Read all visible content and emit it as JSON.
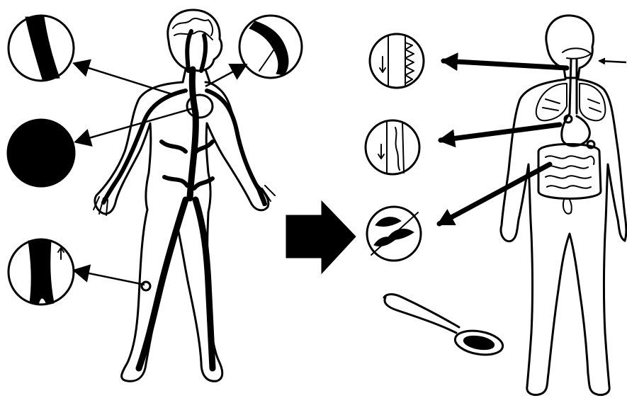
{
  "figure": {
    "left_panel": "circulatory-system-figure",
    "right_panel": "digestive-system-figure",
    "colors": {
      "ink": "#000000",
      "paper": "#ffffff"
    },
    "icons": {
      "main_arrow": "block-arrow-right-icon",
      "spoon": "spoon-icon"
    },
    "callouts_left": [
      "vessel-callout-head",
      "vessel-callout-heart",
      "blocked-vessel-callout",
      "vein-callout-leg"
    ],
    "callouts_right": [
      "esophagus-lining-callout",
      "stomach-lining-callout",
      "intestine-lining-callout"
    ]
  }
}
